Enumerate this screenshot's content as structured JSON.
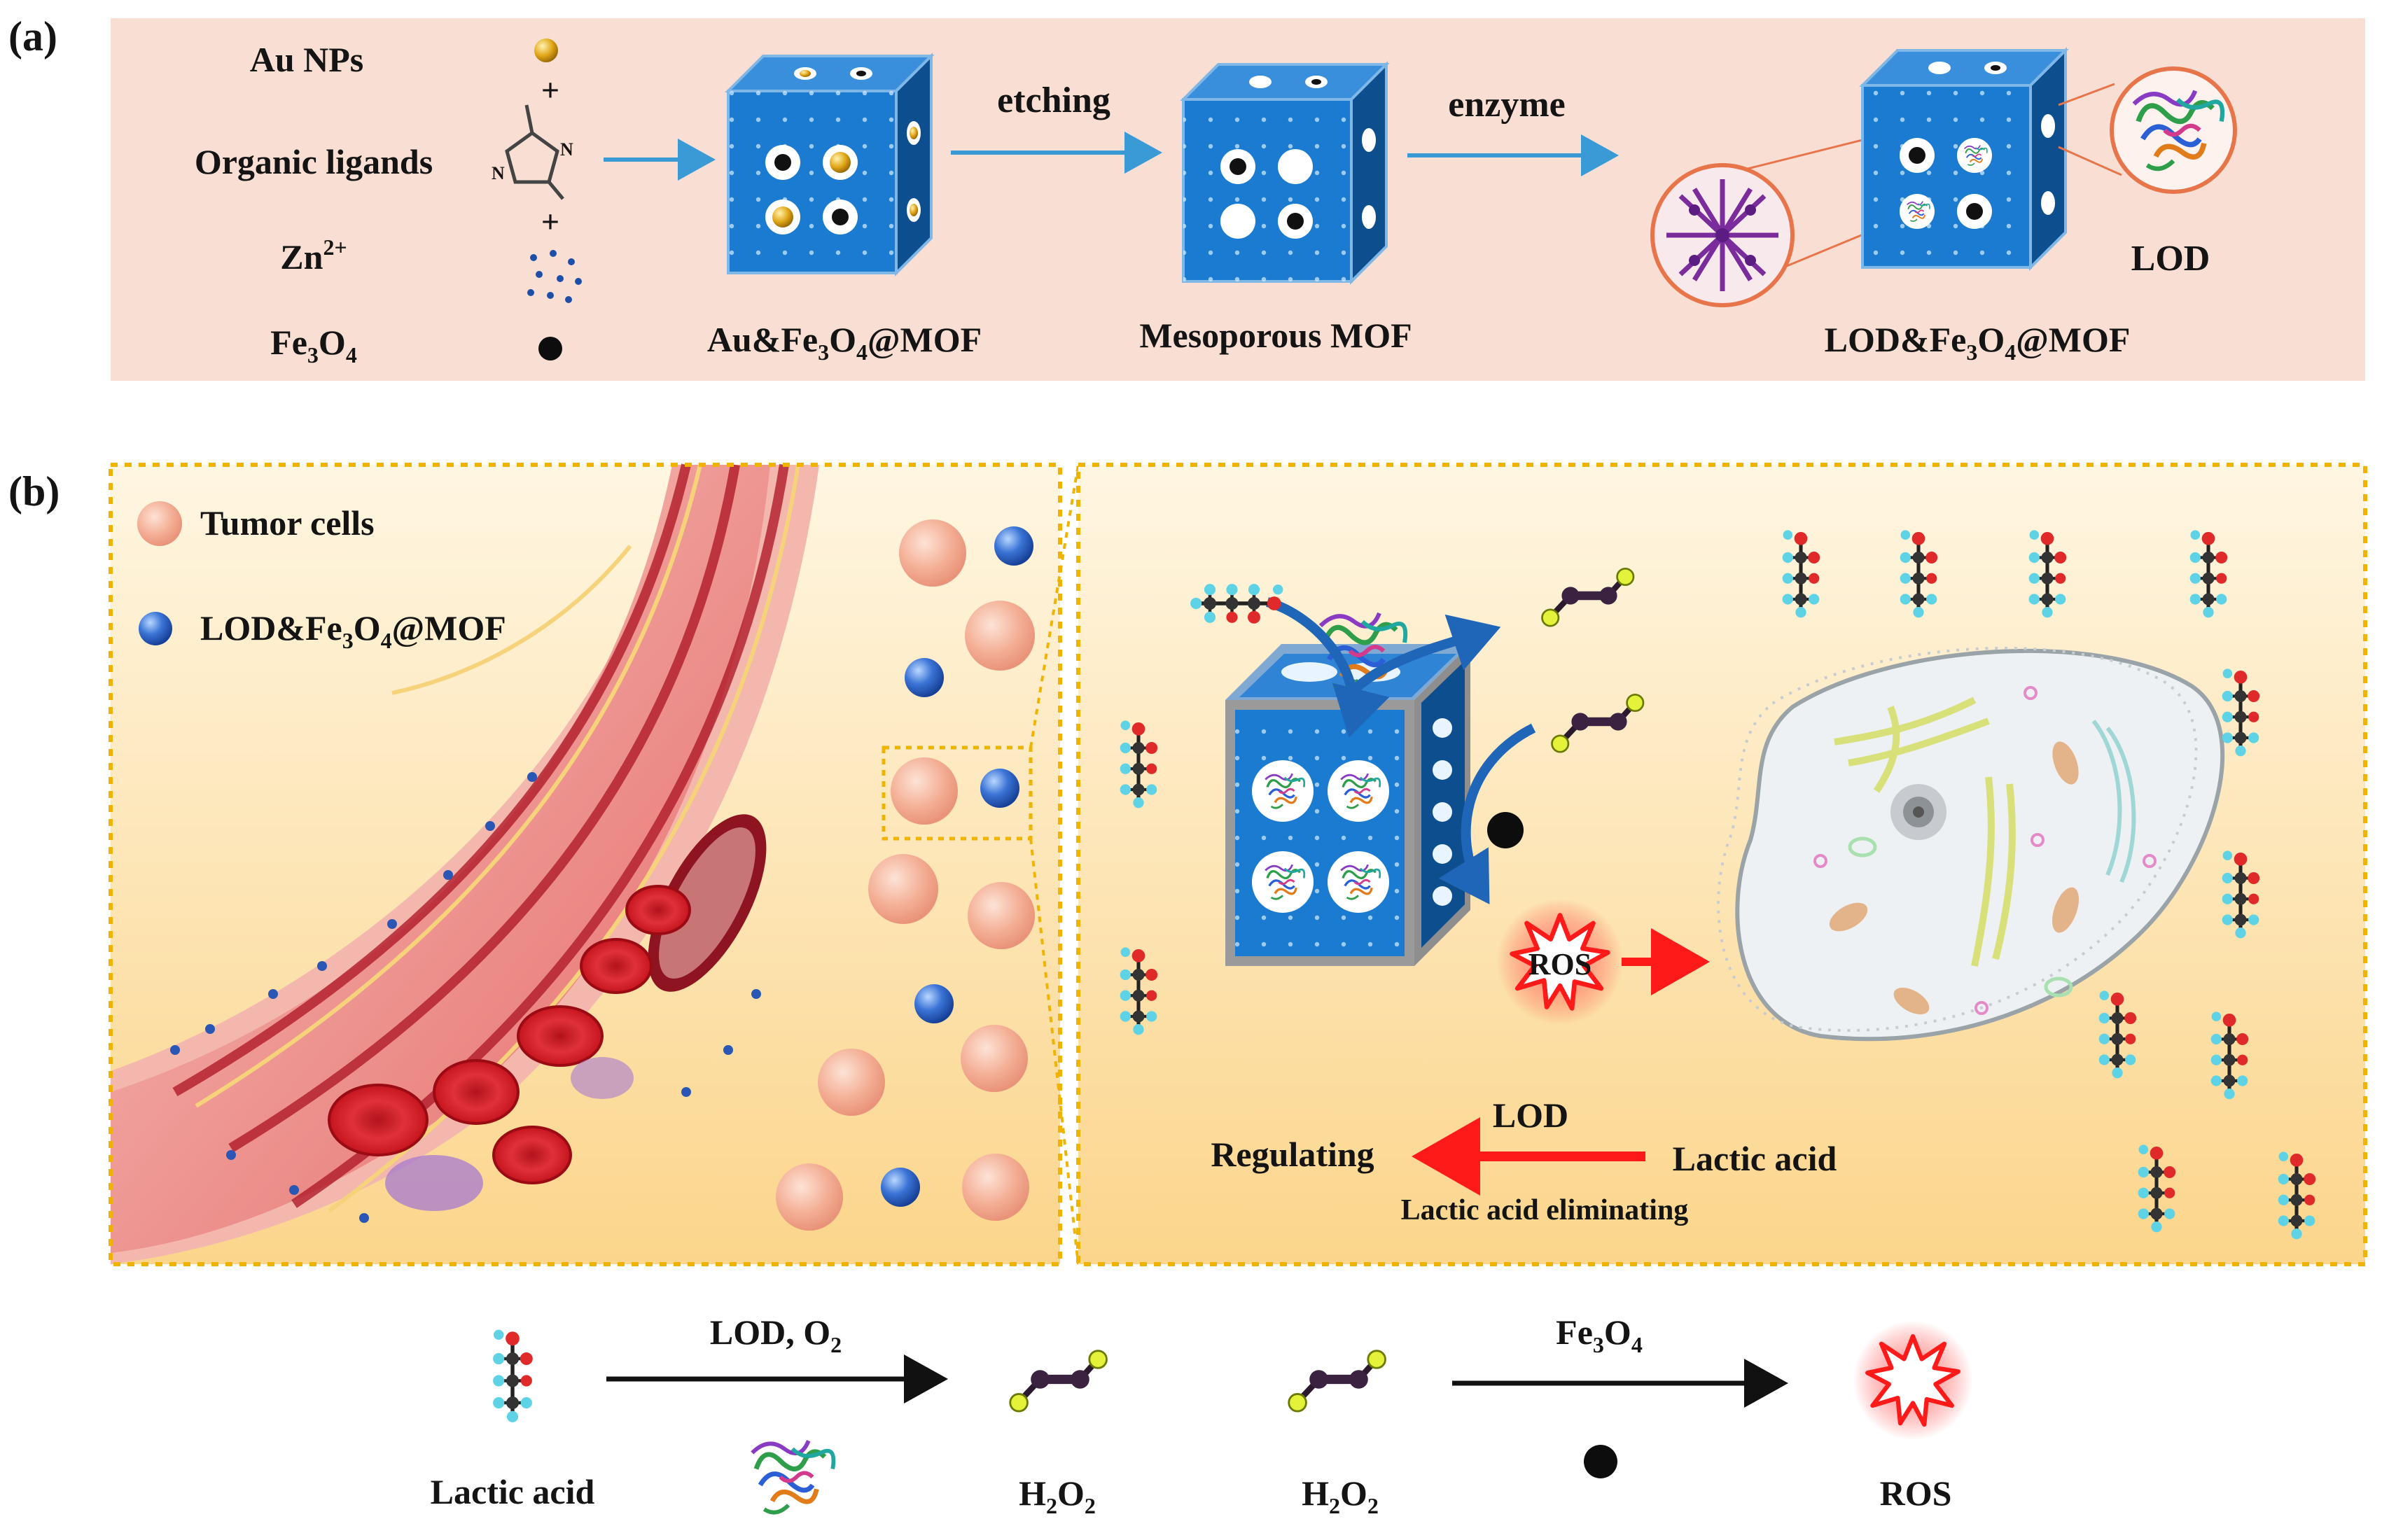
{
  "panel_a": {
    "label": "(a)",
    "inputs": {
      "au": "Au NPs",
      "ligands": "Organic ligands",
      "zn": "Zn",
      "zn_sup": "2+",
      "fe_main": "Fe",
      "fe_sub3": "3",
      "fe_o": "O",
      "fe_sub4": "4",
      "plus": "+"
    },
    "arrow_etching": "etching",
    "arrow_enzyme": "enzyme",
    "cube1": {
      "a": "Au&Fe",
      "s1": "3",
      "b": "O",
      "s2": "4",
      "c": "@MOF"
    },
    "cube2_caption": "Mesoporous  MOF",
    "cube3": {
      "a": "LOD&Fe",
      "s1": "3",
      "b": "O",
      "s2": "4",
      "c": "@MOF"
    },
    "lod_label": "LOD"
  },
  "panel_b": {
    "label": "(b)",
    "legend_tumor": "Tumor  cells",
    "legend_mof": {
      "a": "LOD&Fe",
      "s1": "3",
      "b": "O",
      "s2": "4",
      "c": "@MOF"
    },
    "ros": "ROS",
    "lod": "LOD",
    "regulating": "Regulating",
    "lactic_acid": "Lactic acid",
    "eliminating": "Lactic acid eliminating"
  },
  "reaction": {
    "lactic_acid": "Lactic acid",
    "cond1": {
      "a": "LOD, O",
      "s": "2"
    },
    "h2o2": {
      "a": "H",
      "s1": "2",
      "b": "O",
      "s2": "2"
    },
    "cond2": {
      "a": "Fe",
      "s1": "3",
      "b": "O",
      "s2": "4"
    },
    "ros": "ROS"
  },
  "colors": {
    "panel_a_bg": "#f9dfd3",
    "panel_b_bg_top": "#fff4dc",
    "panel_b_bg_bottom": "#fbd98f",
    "border_dots": "#f0b400",
    "cube_blue": "#1a7bd0",
    "cube_dark": "#0d4f8e",
    "arrow_blue": "#3a9ad6",
    "arrow_red": "#ff1a1a",
    "tumor_cell": "#f3a98e",
    "ros_red": "#ff2a2a"
  }
}
